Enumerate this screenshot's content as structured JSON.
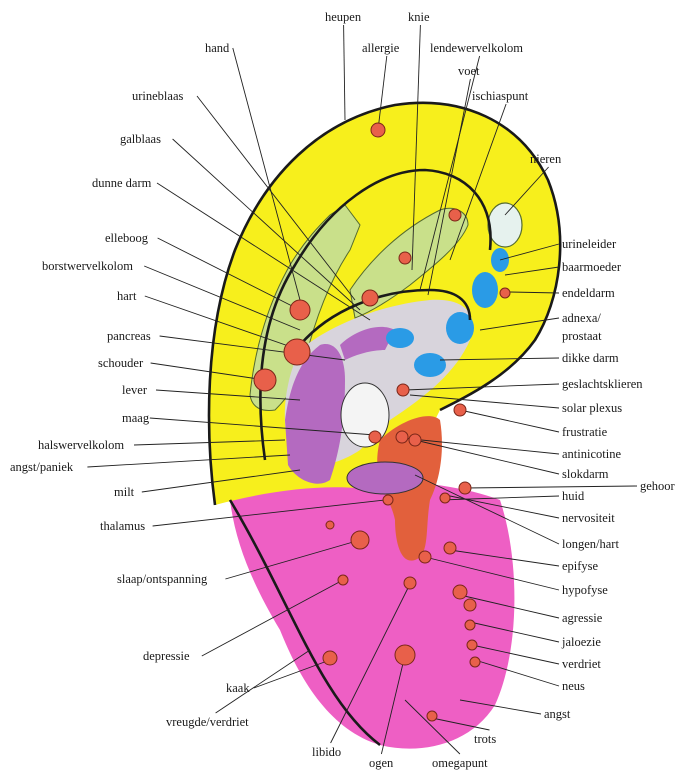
{
  "colors": {
    "helix": "#f7ef1c",
    "lobe": "#ee5fc4",
    "green_zone": "#c9e08a",
    "purple_zone": "#b46ac0",
    "blue_zone": "#2a9be6",
    "orange_zone": "#e2603c",
    "point": "#e8604a",
    "grey_zone": "#d8d4dc"
  },
  "labels": [
    {
      "id": "heupen",
      "text": "heupen"
    },
    {
      "id": "knie",
      "text": "knie"
    },
    {
      "id": "hand",
      "text": "hand"
    },
    {
      "id": "allergie",
      "text": "allergie"
    },
    {
      "id": "lendewervelkolom",
      "text": "lendewervelkolom"
    },
    {
      "id": "voet",
      "text": "voet"
    },
    {
      "id": "urineblaas",
      "text": "urineblaas"
    },
    {
      "id": "ischiaspunt",
      "text": "ischiaspunt"
    },
    {
      "id": "galblaas",
      "text": "galblaas"
    },
    {
      "id": "nieren",
      "text": "nieren"
    },
    {
      "id": "dunne_darm",
      "text": "dunne darm"
    },
    {
      "id": "elleboog",
      "text": "elleboog"
    },
    {
      "id": "urineleider",
      "text": "urineleider"
    },
    {
      "id": "borstwervelkolom",
      "text": "borstwervelkolom"
    },
    {
      "id": "baarmoeder",
      "text": "baarmoeder"
    },
    {
      "id": "hart",
      "text": "hart"
    },
    {
      "id": "endeldarm",
      "text": "endeldarm"
    },
    {
      "id": "adnexa_prostaat",
      "text": "adnexa/"
    },
    {
      "id": "prostaat",
      "text": "prostaat"
    },
    {
      "id": "pancreas",
      "text": "pancreas"
    },
    {
      "id": "dikke_darm",
      "text": "dikke darm"
    },
    {
      "id": "schouder",
      "text": "schouder"
    },
    {
      "id": "geslachtsklieren",
      "text": "geslachtsklieren"
    },
    {
      "id": "lever",
      "text": "lever"
    },
    {
      "id": "solar_plexus",
      "text": "solar plexus"
    },
    {
      "id": "maag",
      "text": "maag"
    },
    {
      "id": "frustratie",
      "text": "frustratie"
    },
    {
      "id": "halswervelkolom",
      "text": "halswervelkolom"
    },
    {
      "id": "antinicotine",
      "text": "antinicotine"
    },
    {
      "id": "angst_paniek",
      "text": "angst/paniek"
    },
    {
      "id": "slokdarm",
      "text": "slokdarm"
    },
    {
      "id": "milt",
      "text": "milt"
    },
    {
      "id": "huid",
      "text": "huid"
    },
    {
      "id": "gehoor",
      "text": "gehoor"
    },
    {
      "id": "thalamus",
      "text": "thalamus"
    },
    {
      "id": "nervositeit",
      "text": "nervositeit"
    },
    {
      "id": "longen_hart",
      "text": "longen/hart"
    },
    {
      "id": "epifyse",
      "text": "epifyse"
    },
    {
      "id": "slaap",
      "text": "slaap/ontspanning"
    },
    {
      "id": "hypofyse",
      "text": "hypofyse"
    },
    {
      "id": "agressie",
      "text": "agressie"
    },
    {
      "id": "jaloezie",
      "text": "jaloezie"
    },
    {
      "id": "depressie",
      "text": "depressie"
    },
    {
      "id": "verdriet",
      "text": "verdriet"
    },
    {
      "id": "neus",
      "text": "neus"
    },
    {
      "id": "kaak",
      "text": "kaak"
    },
    {
      "id": "angst",
      "text": "angst"
    },
    {
      "id": "vreugde",
      "text": "vreugde/verdriet"
    },
    {
      "id": "trots",
      "text": "trots"
    },
    {
      "id": "libido",
      "text": "libido"
    },
    {
      "id": "ogen",
      "text": "ogen"
    },
    {
      "id": "omegapunt",
      "text": "omegapunt"
    }
  ]
}
